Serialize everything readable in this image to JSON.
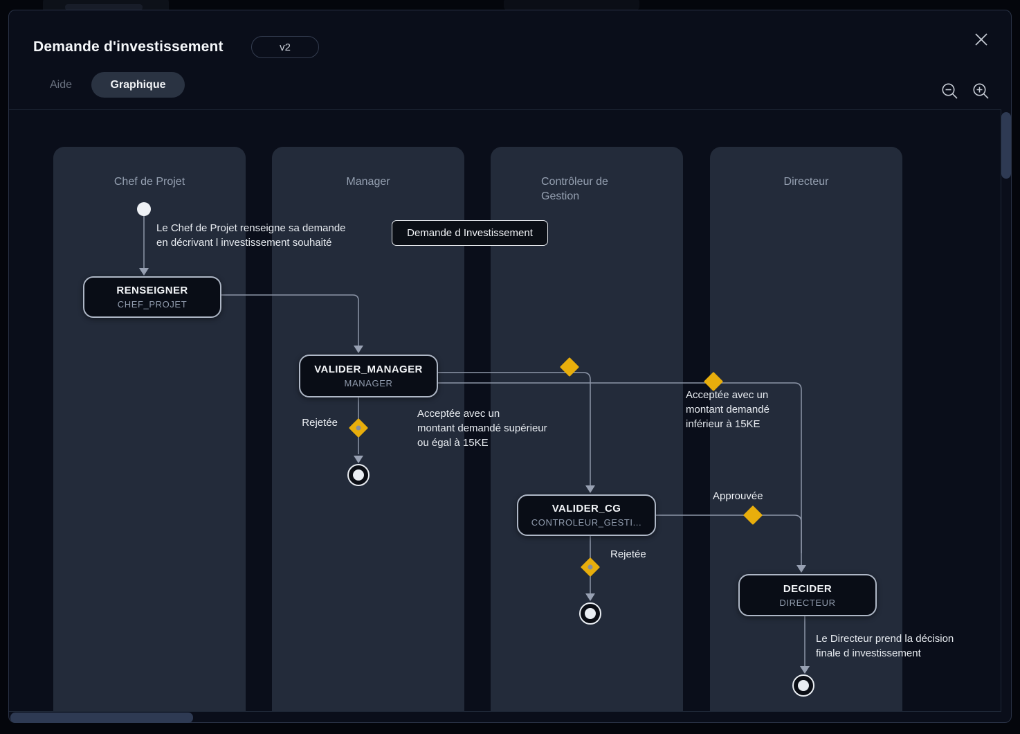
{
  "window": {
    "title": "Demande d'investissement",
    "version": "v2",
    "tabs": [
      {
        "label": "Aide",
        "active": false
      },
      {
        "label": "Graphique",
        "active": true
      }
    ]
  },
  "lanes": [
    {
      "title": "Chef de Projet"
    },
    {
      "title": "Manager"
    },
    {
      "title": "Contrôleur de Gestion"
    },
    {
      "title": "Directeur"
    }
  ],
  "nodes": {
    "renseigner": {
      "title": "RENSEIGNER",
      "subtitle": "CHEF_PROJET"
    },
    "valider_manager": {
      "title": "VALIDER_MANAGER",
      "subtitle": "MANAGER"
    },
    "valider_cg": {
      "title": "VALIDER_CG",
      "subtitle": "CONTROLEUR_GESTI..."
    },
    "decider": {
      "title": "DECIDER",
      "subtitle": "DIRECTEUR"
    }
  },
  "data_object": {
    "label": "Demande d Investissement"
  },
  "notes": {
    "start": [
      "Le Chef de Projet renseigne sa demande",
      "en décrivant l investissement souhaité"
    ],
    "accept_sup": [
      "Acceptée avec un",
      "montant demandé supérieur",
      "ou égal à 15KE"
    ],
    "accept_inf": [
      "Acceptée avec un",
      "montant demandé",
      "inférieur à 15KE"
    ],
    "final": [
      "Le Directeur prend la décision",
      "finale d investissement"
    ]
  },
  "edge_labels": {
    "rejected_manager": "Rejetée",
    "rejected_cg": "Rejetée",
    "approved": "Approuvée"
  },
  "icons": {
    "close": "close-icon",
    "zoom_out": "zoom-out-magnifier-icon",
    "zoom_in": "zoom-in-magnifier-icon"
  },
  "colors": {
    "diamond": "#e8ae0c",
    "node_border": "#aeb7c6",
    "edge": "#8d96a8",
    "lane": "#232b3a",
    "canvas": "#0a0e1a",
    "backdrop": "#04060c"
  }
}
